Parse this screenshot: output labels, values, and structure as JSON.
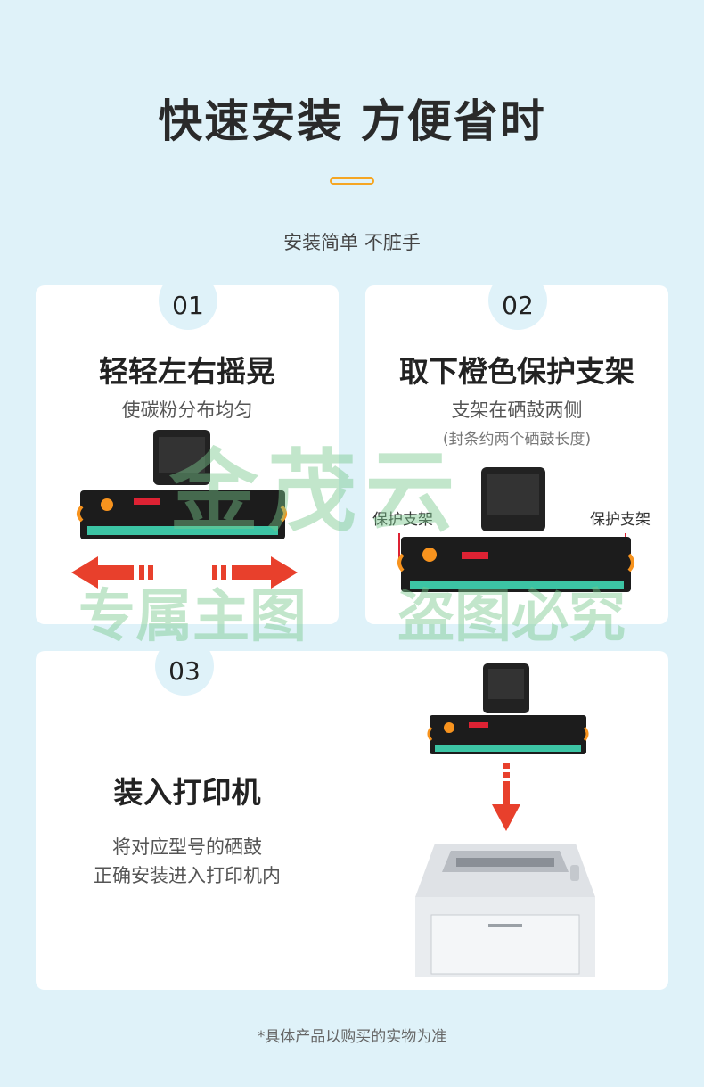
{
  "header": {
    "title": "快速安装 方便省时",
    "subtitle": "安装简单 不脏手"
  },
  "steps": [
    {
      "number": "01",
      "title": "轻轻左右摇晃",
      "desc": "使碳粉分布均匀"
    },
    {
      "number": "02",
      "title": "取下橙色保护支架",
      "desc": "支架在硒鼓两侧",
      "note": "(封条约两个硒鼓长度)",
      "label_left": "保护支架",
      "label_right": "保护支架"
    },
    {
      "number": "03",
      "title": "装入打印机",
      "desc_line1": "将对应型号的硒鼓",
      "desc_line2": "正确安装进入打印机内"
    }
  ],
  "watermark": {
    "line1": "金茂云",
    "line2a": "专属主图",
    "line2b": "盗图必究"
  },
  "footer": "*具体产品以购买的实物为准",
  "colors": {
    "background": "#dff2f9",
    "accent": "#f5a623",
    "arrow": "#e8402c",
    "green_strip": "#3cc4a4"
  }
}
